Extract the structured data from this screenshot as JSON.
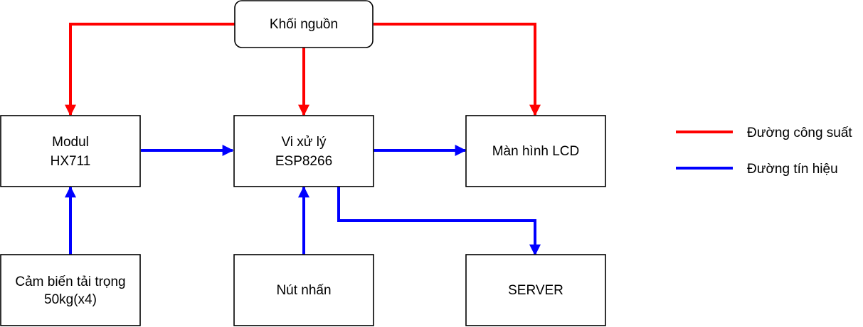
{
  "colors": {
    "power": "#ff0000",
    "signal": "#0000ff",
    "box_border": "#000000",
    "background": "#ffffff"
  },
  "blocks": {
    "power_supply": {
      "lines": [
        "Khối nguồn"
      ]
    },
    "hx711": {
      "lines": [
        "Modul",
        "HX711"
      ]
    },
    "mcu": {
      "lines": [
        "Vi xử lý",
        "ESP8266"
      ]
    },
    "lcd": {
      "lines": [
        "Màn hình LCD"
      ]
    },
    "load_cell": {
      "lines": [
        "Cảm biến tải trọng",
        "50kg(x4)"
      ]
    },
    "button": {
      "lines": [
        "Nút nhấn"
      ]
    },
    "server": {
      "lines": [
        "SERVER"
      ]
    }
  },
  "legend": {
    "power_label": "Đường công suất",
    "signal_label": "Đường tín hiệu"
  }
}
